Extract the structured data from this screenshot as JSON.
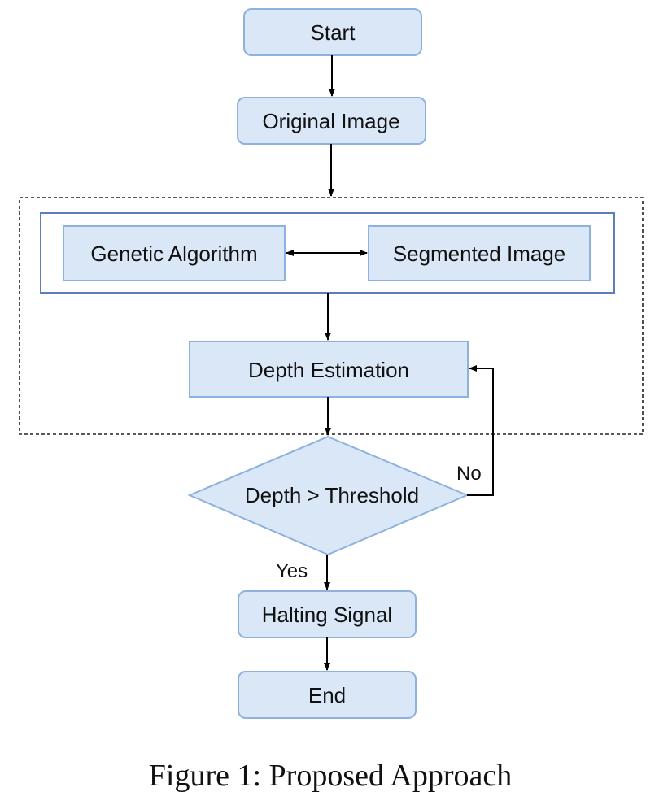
{
  "diagram": {
    "nodes": {
      "start": "Start",
      "original_image": "Original Image",
      "genetic_algorithm": "Genetic Algorithm",
      "segmented_image": "Segmented Image",
      "depth_estimation": "Depth Estimation",
      "decision": "Depth > Threshold",
      "halting_signal": "Halting Signal",
      "end": "End"
    },
    "edges": {
      "no_label": "No",
      "yes_label": "Yes"
    },
    "caption": "Figure 1: Proposed Approach"
  },
  "colors": {
    "box_fill": "#dae7f6",
    "box_stroke": "#8eb2de",
    "container_stroke": "#5b7fb6"
  }
}
